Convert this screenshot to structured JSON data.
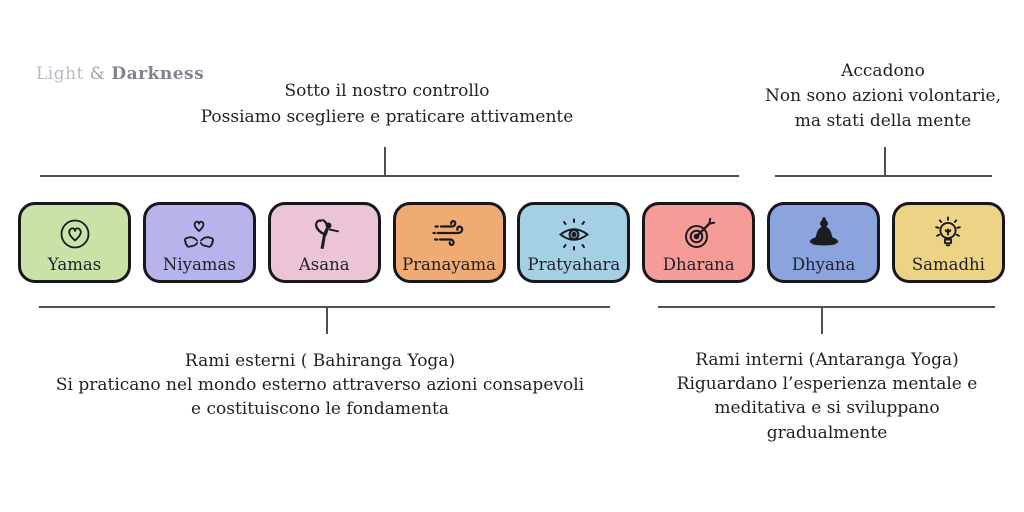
{
  "logo": {
    "light": "Light",
    "amp": " & ",
    "darkness": "Darkness"
  },
  "annotations": {
    "top_left": {
      "lines": [
        "Sotto il nostro controllo",
        "Possiamo scegliere e praticare attivamente"
      ]
    },
    "top_right": {
      "lines": [
        "Accadono",
        "Non sono azioni volontarie,",
        "ma stati della mente"
      ]
    },
    "bottom_left": {
      "lines": [
        "Rami esterni ( Bahiranga Yoga)",
        "Si praticano nel mondo esterno attraverso azioni consapevoli",
        "e costituiscono le fondamenta"
      ]
    },
    "bottom_right": {
      "lines": [
        "Rami interni (Antaranga Yoga)",
        "Riguardano l’esperienza mentale e",
        "meditativa e si sviluppano",
        "gradualmente"
      ]
    }
  },
  "limbs": [
    {
      "label": "Yamas",
      "icon": "heart-circle-icon",
      "bg": "#c9e2a7"
    },
    {
      "label": "Niyamas",
      "icon": "hands-heart-icon",
      "bg": "#b6b4ea"
    },
    {
      "label": "Asana",
      "icon": "dancer-pose-icon",
      "bg": "#ecc4d8"
    },
    {
      "label": "Pranayama",
      "icon": "wind-breath-icon",
      "bg": "#f0ab73"
    },
    {
      "label": "Pratyahara",
      "icon": "eye-icon",
      "bg": "#a5cfe3"
    },
    {
      "label": "Dharana",
      "icon": "target-dart-icon",
      "bg": "#f69c98"
    },
    {
      "label": "Dhyana",
      "icon": "meditation-icon",
      "bg": "#8ca4dd"
    },
    {
      "label": "Samadhi",
      "icon": "lightbulb-icon",
      "bg": "#ecd386"
    }
  ],
  "colors": {
    "bracket_line": "#4f4f4f",
    "card_border": "#17171d",
    "text": "#1f1f26",
    "icon_stroke": "#1b1b22",
    "background": "#ffffff"
  }
}
